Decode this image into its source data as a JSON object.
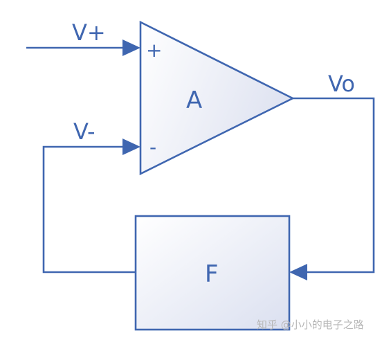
{
  "labels": {
    "v_plus": "V+",
    "v_minus": "V-",
    "v_out": "Vo",
    "plus_sign": "+",
    "minus_sign": "-",
    "amp": "A",
    "feedback": "F"
  },
  "watermark": "知乎 @小小的电子之路",
  "colors": {
    "line": "#3f66b0",
    "fill_gradient": [
      "#ffffff",
      "#dfe4f2"
    ],
    "watermark": "#b7b7b7"
  }
}
